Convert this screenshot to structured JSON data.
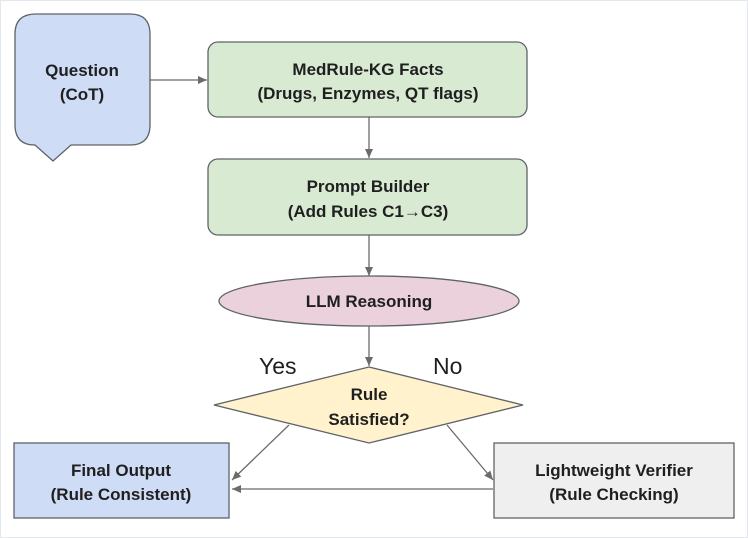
{
  "nodes": {
    "question": {
      "line1": "Question",
      "line2": "(CoT)"
    },
    "kg_facts": {
      "line1": "MedRule-KG Facts",
      "line2": "(Drugs, Enzymes, QT flags)"
    },
    "prompt_builder": {
      "line1": "Prompt Builder",
      "line2": "(Add Rules C1→C3)"
    },
    "llm": {
      "line1": "LLM Reasoning"
    },
    "decision": {
      "line1": "Rule",
      "line2": "Satisfied?"
    },
    "final_output": {
      "line1": "Final Output",
      "line2": "(Rule Consistent)"
    },
    "verifier": {
      "line1": "Lightweight Verifier",
      "line2": "(Rule Checking)"
    }
  },
  "edge_labels": {
    "yes": "Yes",
    "no": "No"
  },
  "colors": {
    "green_fill": "#d9ead3",
    "blue_fill": "#cfdcf5",
    "pink_fill": "#ead1dc",
    "yellow_fill": "#fff2cc",
    "gray_fill": "#efefef",
    "edge": "#6b6b6b"
  }
}
